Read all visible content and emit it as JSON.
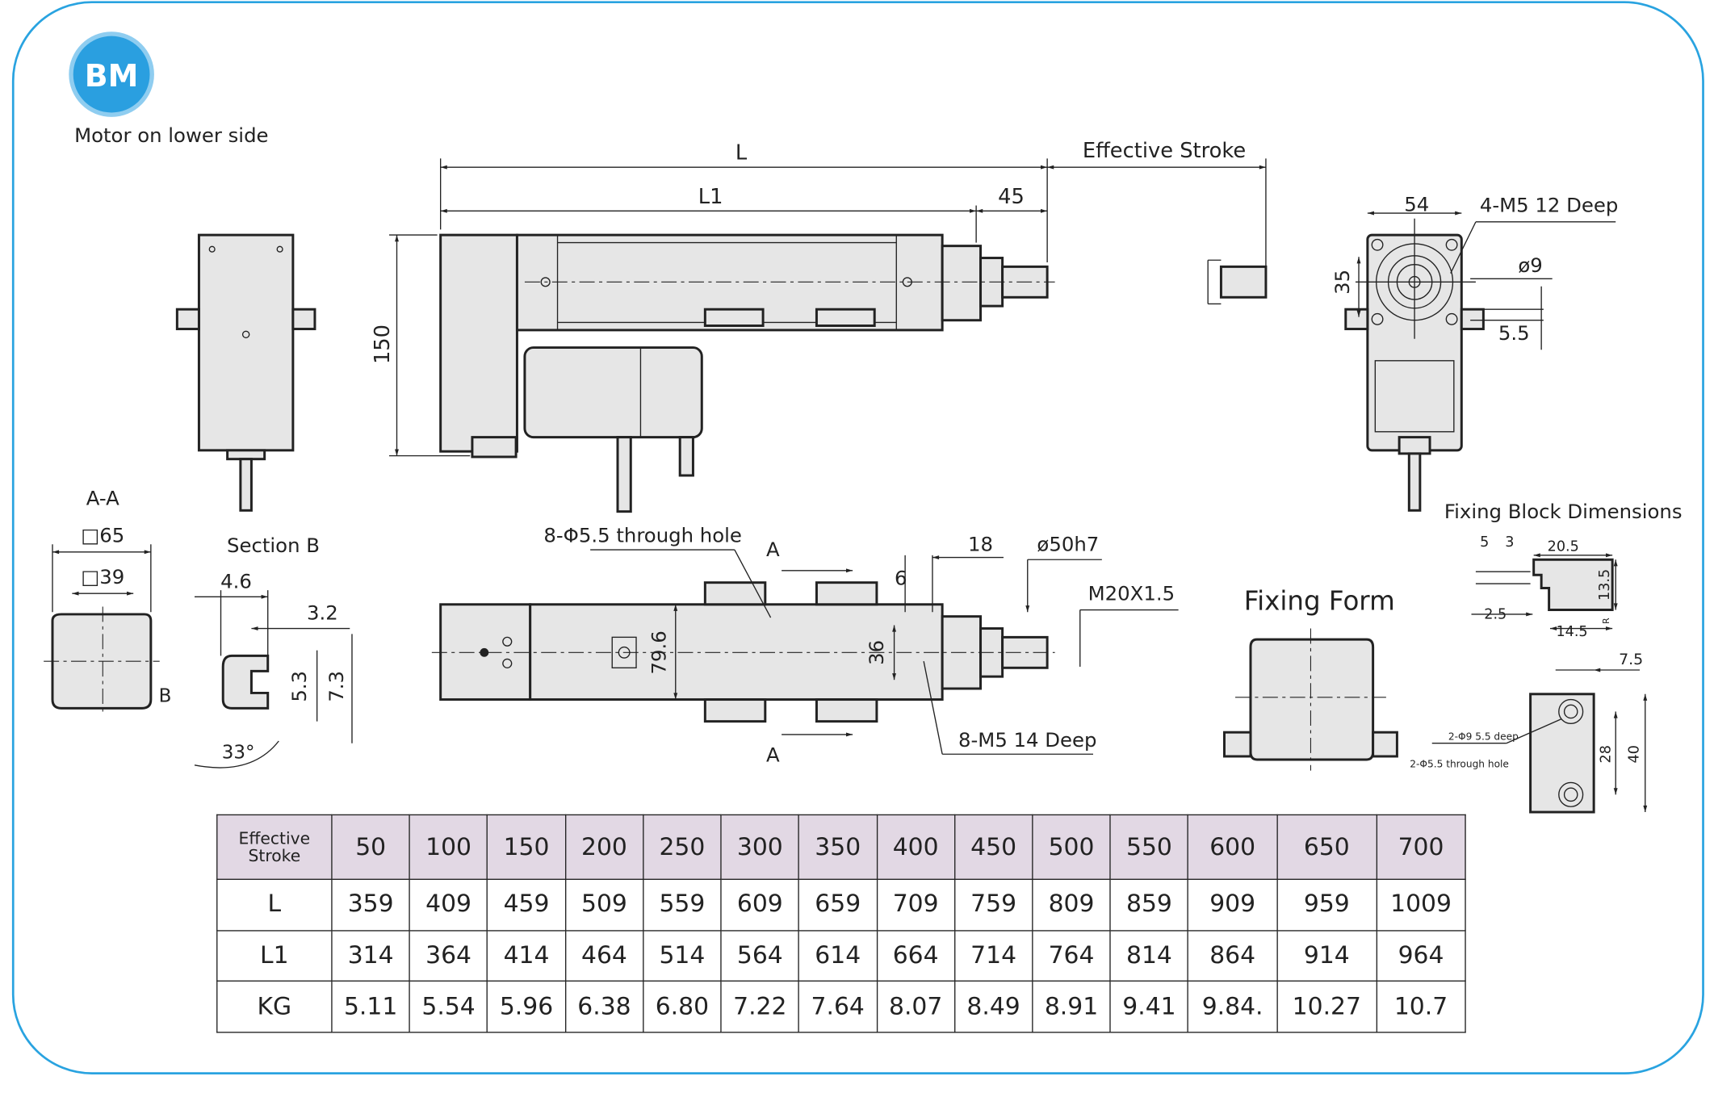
{
  "logo": {
    "text": "BM",
    "color": "#2a9fe0"
  },
  "subtitle": "Motor on lower side",
  "border_color": "#29a3e0",
  "top_view": {
    "L": "L",
    "L1": "L1",
    "dim_45": "45",
    "effective_stroke": "Effective Stroke",
    "height_150": "150"
  },
  "end_view": {
    "dim_54": "54",
    "thread_note": "4-M5  12 Deep",
    "dia_9": "ø9",
    "dim_35": "35",
    "dim_5_5": "5.5"
  },
  "section_aa": {
    "title": "A-A",
    "sq65": "□65",
    "sq39": "□39",
    "b_mark": "B"
  },
  "section_b": {
    "title": "Section B",
    "d4_6": "4.6",
    "d3_2": "3.2",
    "d5_3": "5.3",
    "d7_3": "7.3",
    "angle": "33°"
  },
  "bottom_view": {
    "hole_note": "8-Φ5.5 through hole",
    "a_top": "A",
    "a_bottom": "A",
    "d18": "18",
    "dia50": "ø50h7",
    "thread": "M20X1.5",
    "d6": "6",
    "d36": "36",
    "d79_6": "79.6",
    "m5_note": "8-M5  14 Deep"
  },
  "fixing_form": {
    "title": "Fixing Form"
  },
  "fixing_block": {
    "title": "Fixing Block Dimensions",
    "d5": "5",
    "d3": "3",
    "d20_5": "20.5",
    "d13_5": "13.5",
    "d2_5": "2.5",
    "d14_5": "14.5",
    "r": "R",
    "d7_5": "7.5",
    "counterbore": "2-Φ9  5.5 deep",
    "through": "2-Φ5.5 through hole",
    "d28": "28",
    "d40": "40"
  },
  "table": {
    "header_label": [
      "Effective",
      "Stroke"
    ],
    "strokes": [
      "50",
      "100",
      "150",
      "200",
      "250",
      "300",
      "350",
      "400",
      "450",
      "500",
      "550",
      "600",
      "650",
      "700"
    ],
    "rows": [
      {
        "label": "L",
        "values": [
          "359",
          "409",
          "459",
          "509",
          "559",
          "609",
          "659",
          "709",
          "759",
          "809",
          "859",
          "909",
          "959",
          "1009"
        ]
      },
      {
        "label": "L1",
        "values": [
          "314",
          "364",
          "414",
          "464",
          "514",
          "564",
          "614",
          "664",
          "714",
          "764",
          "814",
          "864",
          "914",
          "964"
        ]
      },
      {
        "label": "KG",
        "values": [
          "5.11",
          "5.54",
          "5.96",
          "6.38",
          "6.80",
          "7.22",
          "7.64",
          "8.07",
          "8.49",
          "8.91",
          "9.41",
          "9.84.",
          "10.27",
          "10.7"
        ]
      }
    ]
  }
}
